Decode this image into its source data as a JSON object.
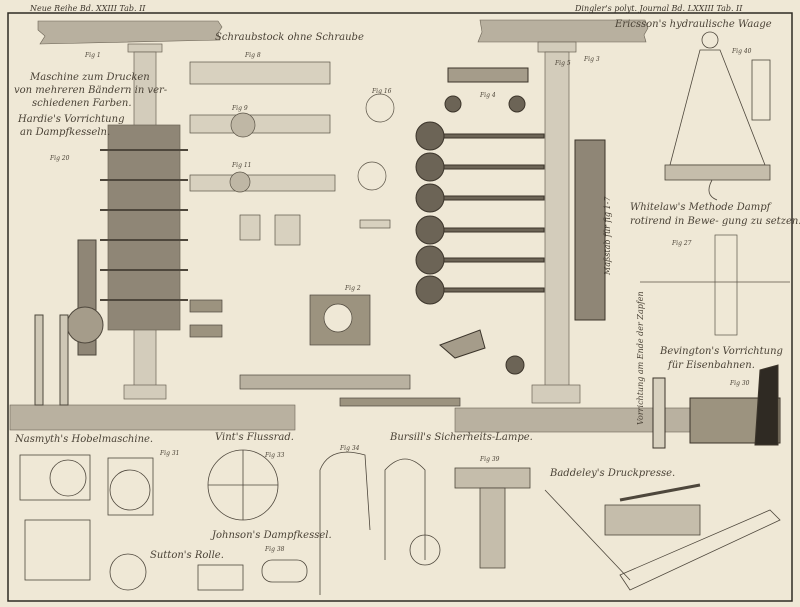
{
  "header": {
    "left": "Neue Reihe Bd. XXIII Tab. II",
    "right": "Dingler's polyt. Journal Bd. LXXIII Tab. II"
  },
  "captions": {
    "vise": "Schraubstock ohne Schraube",
    "ericsson": "Ericsson's hydraulische Waage",
    "printing_machine": [
      "Maschine zum Drucken",
      "von mehreren Bändern in ver-",
      "schiedenen Farben."
    ],
    "hardie": [
      "Hardie's Vorrichtung",
      "an Dampfkesseln."
    ],
    "whitelaw": [
      "Whitelaw's   Methode Dampf",
      "rotirend in Bewe-  gung zu setzen."
    ],
    "bevington": [
      "Bevington's Vorrichtung",
      "für Eisenbahnen."
    ],
    "nasmyth": "Nasmyth's Hobelmaschine.",
    "vint": "Vint's Flussrad.",
    "bursill": "Bursill's Sicherheits-Lampe.",
    "baddeley": "Baddeley's Druckpresse.",
    "johnson": "Johnson's Dampfkessel.",
    "sutton": "Sutton's Rolle.",
    "zapfen": "Vorrichtung am Ende der Zapfen",
    "massstab": "Maßstab für fig 1-7"
  },
  "figures": [
    "Fig 1",
    "Fig 2",
    "Fig 3",
    "Fig 4",
    "Fig 5",
    "Fig 8",
    "Fig 9",
    "Fig 11",
    "Fig 16",
    "Fig 20",
    "Fig 27",
    "Fig 30",
    "Fig 31",
    "Fig 33",
    "Fig 34",
    "Fig 38",
    "Fig 39",
    "Fig 40"
  ]
}
